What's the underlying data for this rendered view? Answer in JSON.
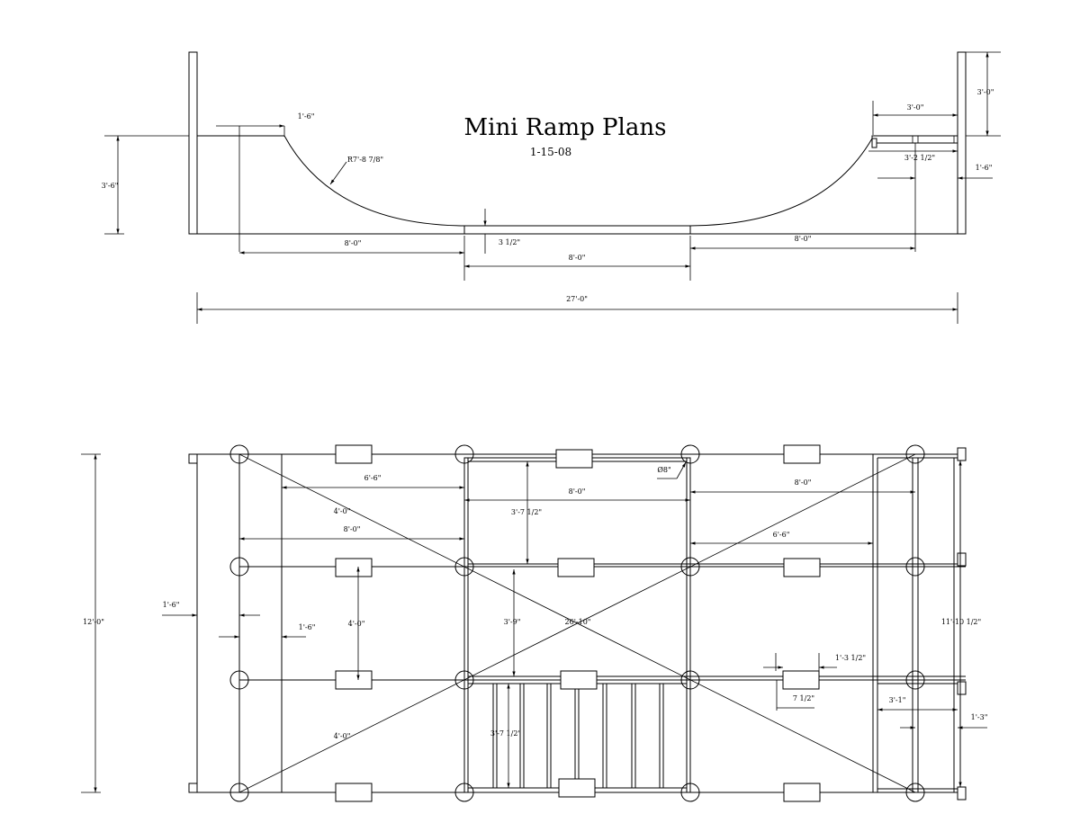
{
  "title": "Mini Ramp Plans",
  "date": "1-15-08",
  "elevation": {
    "dims": {
      "deck_width": "1'-6\"",
      "radius": "R7'-8 7/8\"",
      "ramp_height": "3'-6\"",
      "rail_height": "3'-0\"",
      "deck_length": "3'-0\"",
      "deck_offset": "3'-2 1/2\"",
      "deck_width_right": "1'-6\"",
      "transition_left": "8'-0\"",
      "transition_right": "8'-0\"",
      "flat_offset": "3 1/2\"",
      "flat_bottom": "8'-0\"",
      "overall_length": "27'-0\""
    }
  },
  "plan": {
    "dims": {
      "overall_width": "12'-0\"",
      "left_overhang": "1'-6\"",
      "left_deck": "1'-6\"",
      "span_6_6_left": "6'-6\"",
      "span_8_0_left": "8'-0\"",
      "spacing_4_0_top": "4'-0\"",
      "spacing_4_0_mid": "4'-0\"",
      "spacing_4_0_bottom": "4'-0\"",
      "center_8_0": "8'-0\"",
      "center_3_7_top": "3'-7 1/2\"",
      "center_3_9": "3'-9\"",
      "diagonal": "26'-10\"",
      "center_3_7_bottom": "3'-7 1/2\"",
      "hole_dia": "Ø8\"",
      "right_8_0": "8'-0\"",
      "right_6_6": "6'-6\"",
      "block_1_3": "1'-3 1/2\"",
      "block_7": "7 1/2\"",
      "deck_3_1": "3'-1\"",
      "deck_1_3": "1'-3\"",
      "right_width": "11'-10 1/2\""
    }
  }
}
